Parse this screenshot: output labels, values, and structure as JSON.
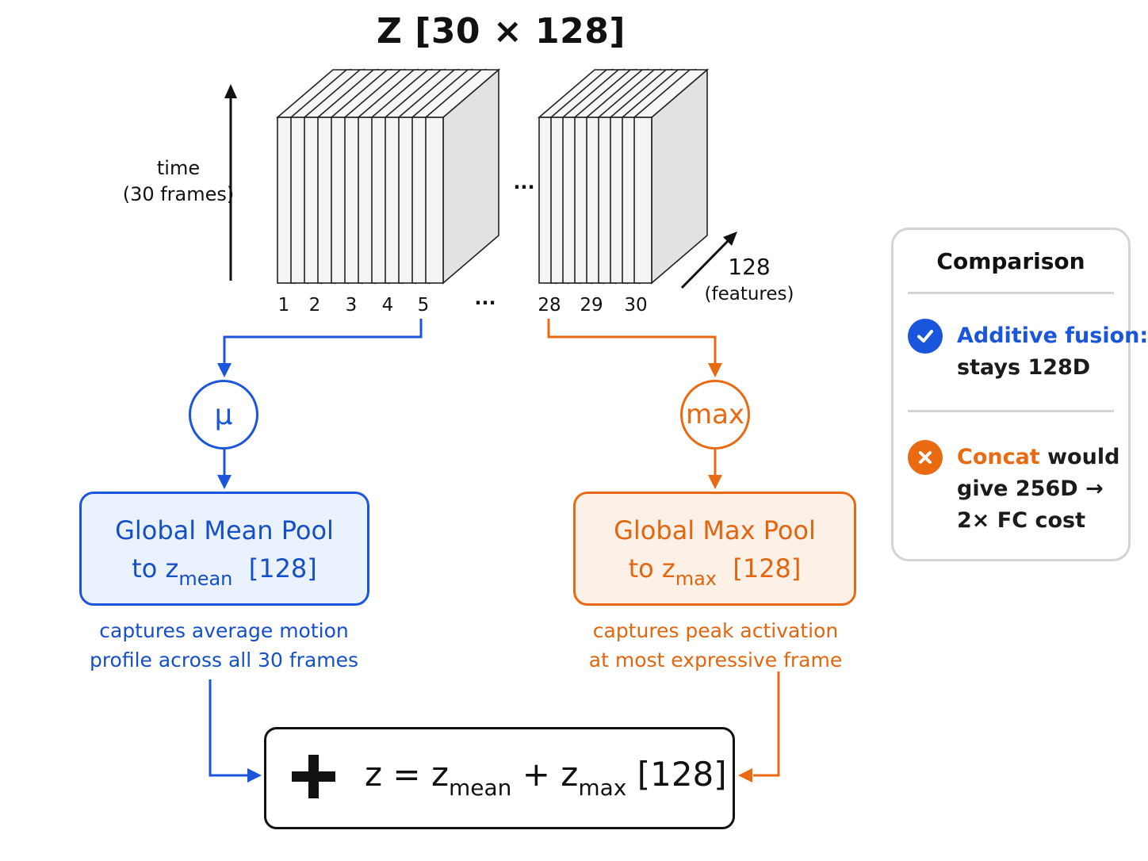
{
  "title": "Z [30 × 128]",
  "axes": {
    "time_line1": "time",
    "time_line2": "(30 frames)",
    "features_num": "128",
    "features_label": "(features)"
  },
  "frame_labels_left": [
    "1",
    "2",
    "3",
    "4",
    "5"
  ],
  "frame_ellipsis": "···",
  "stack_ellipsis": "···",
  "frame_labels_right": [
    "28",
    "29",
    "30"
  ],
  "mean_branch": {
    "symbol": "μ",
    "pool_line1": "Global Mean Pool",
    "pool_to": "to z",
    "pool_sub": "mean",
    "pool_dim": "[128]",
    "caption_line1": "captures average motion",
    "caption_line2": "profile across all 30 frames",
    "color": "#1a56db"
  },
  "max_branch": {
    "symbol": "max",
    "pool_line1": "Global Max Pool",
    "pool_to": "to z",
    "pool_sub": "max",
    "pool_dim": "[128]",
    "caption_line1": "captures peak activation",
    "caption_line2": "at most expressive frame",
    "color": "#ea6a12"
  },
  "fusion": {
    "lhs": "z = z",
    "sub1": "mean",
    "mid": " + z",
    "sub2": "max",
    "dim": " [128]"
  },
  "comparison": {
    "title": "Comparison",
    "item1_highlight": "Additive fusion:",
    "item1_rest": "stays 128D",
    "item2_highlight": "Concat",
    "item2_line1_rest": " would",
    "item2_line2": "give 256D →",
    "item2_line3": "2× FC cost",
    "icons": [
      "check-circle-icon",
      "x-circle-icon"
    ]
  }
}
